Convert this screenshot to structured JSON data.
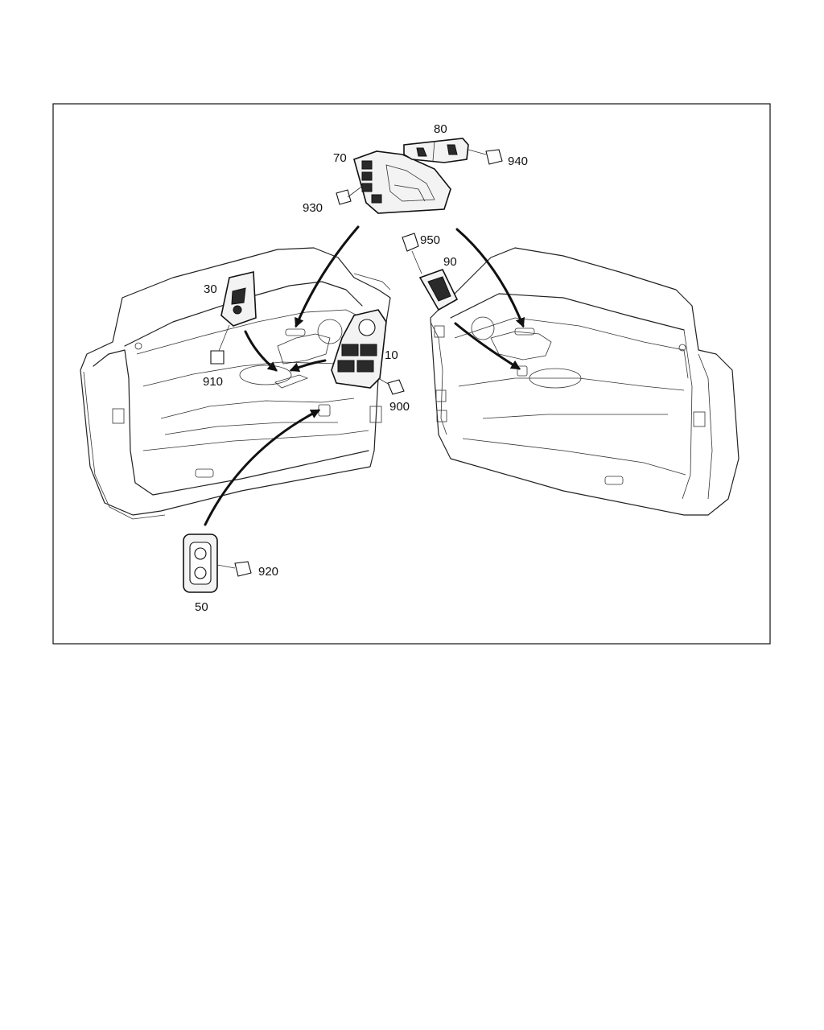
{
  "callouts": {
    "c10": "10",
    "c30": "30",
    "c50": "50",
    "c70": "70",
    "c80": "80",
    "c90": "90",
    "c900": "900",
    "c910": "910",
    "c920": "920",
    "c930": "930",
    "c940": "940",
    "c950": "950"
  },
  "colors": {
    "line": "#111111",
    "background": "#ffffff"
  }
}
